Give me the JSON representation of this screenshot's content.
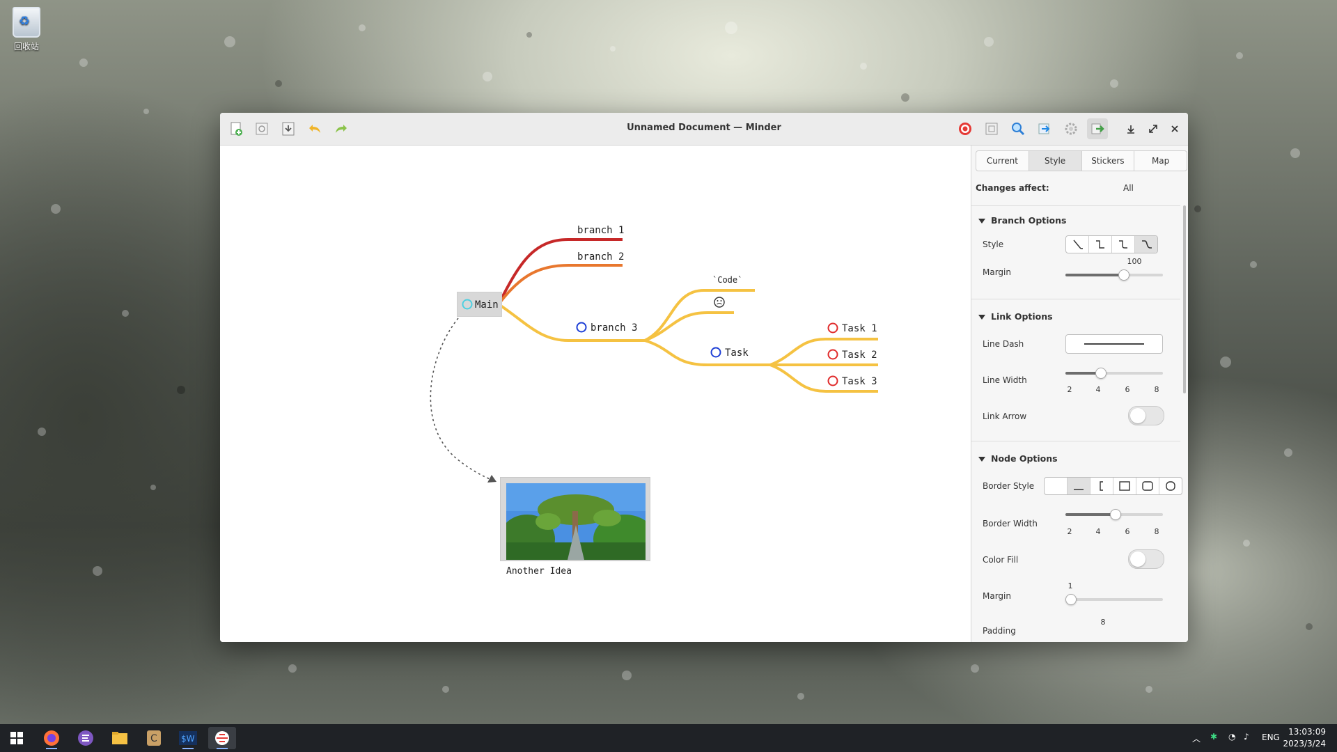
{
  "desktop": {
    "recycle_bin_label": "回收站"
  },
  "window": {
    "title": "Unnamed Document — Minder",
    "toolbar_left": [
      "new-document-icon",
      "open-icon",
      "save-icon",
      "undo-icon",
      "redo-icon"
    ],
    "toolbar_right": [
      "focus-target-icon",
      "zoom-fit-icon",
      "search-icon",
      "export-icon",
      "settings-icon",
      "sidebar-toggle-icon"
    ],
    "controls": [
      "minimize-icon",
      "maximize-icon",
      "close-icon"
    ]
  },
  "mindmap": {
    "main": "Main",
    "branch1": "branch 1",
    "branch2": "branch 2",
    "branch3": "branch 3",
    "code": "`Code`",
    "task": "Task",
    "task1": "Task 1",
    "task2": "Task 2",
    "task3": "Task 3",
    "another_idea": "Another Idea",
    "colors": {
      "branch1": "#c62828",
      "branch2": "#e8772e",
      "branch3": "#f5c242",
      "main_circle": "#4dd0e1",
      "task_blue": "#1e3fd6",
      "task_red": "#e02b2b"
    }
  },
  "sidebar": {
    "tabs": [
      "Current",
      "Style",
      "Stickers",
      "Map"
    ],
    "active_tab": "Style",
    "changes_affect_label": "Changes affect:",
    "changes_affect_value": "All",
    "branch_options": {
      "title": "Branch Options",
      "style_label": "Style",
      "margin_label": "Margin",
      "margin_value": "100",
      "margin_fraction": 0.6
    },
    "link_options": {
      "title": "Link Options",
      "line_dash_label": "Line Dash",
      "line_width_label": "Line Width",
      "line_width_ticks": [
        "2",
        "4",
        "6",
        "8"
      ],
      "line_width_value": 4,
      "link_arrow_label": "Link Arrow"
    },
    "node_options": {
      "title": "Node Options",
      "border_style_label": "Border Style",
      "border_width_label": "Border Width",
      "border_width_ticks": [
        "2",
        "4",
        "6",
        "8"
      ],
      "border_width_value": 5,
      "color_fill_label": "Color Fill",
      "margin_label": "Margin",
      "margin_value": "1",
      "padding_label": "Padding",
      "padding_value": "8"
    }
  },
  "taskbar": {
    "apps": [
      "windows-start-icon",
      "firefox-icon",
      "emacs-icon",
      "file-explorer-icon",
      "c-app-icon",
      "sw-app-icon",
      "minder-icon"
    ],
    "language": "ENG",
    "time": "13:03:09",
    "date": "2023/3/24"
  }
}
